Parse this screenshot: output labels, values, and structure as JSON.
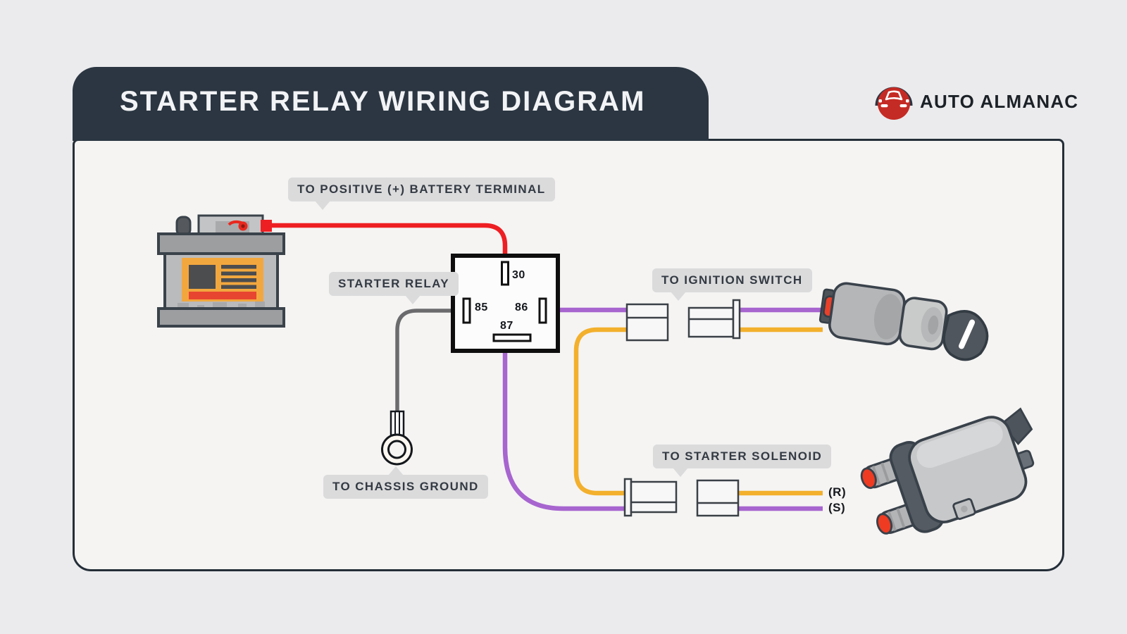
{
  "header": {
    "title": "STARTER RELAY WIRING DIAGRAM"
  },
  "brand": {
    "icon": "car-logo-icon",
    "name": "AUTO ALMANAC"
  },
  "callouts": {
    "battery": "TO POSITIVE (+) BATTERY TERMINAL",
    "relay": "STARTER RELAY",
    "ignition": "TO IGNITION SWITCH",
    "ground": "TO CHASSIS GROUND",
    "solenoid": "TO STARTER SOLENOID"
  },
  "relay": {
    "pins": {
      "p30": "30",
      "p85": "85",
      "p86": "86",
      "p87": "87"
    }
  },
  "wire_labels": {
    "r": "(R)",
    "s": "(S)"
  },
  "components": [
    "battery-illustration",
    "starter-relay-box",
    "chassis-ground-ring-terminal",
    "inline-connector-pair-ignition",
    "inline-connector-pair-solenoid",
    "ignition-switch-illustration",
    "starter-solenoid-illustration"
  ],
  "colors": {
    "header_bg": "#2b3642",
    "panel_border": "#242e38",
    "callout_bg": "#dbdbdc",
    "logo_red": "#c42b24",
    "wire_battery_positive": "#ee1f23",
    "wire_ground": "#6b6b6e",
    "wire_ignition_signal": "#a765cf",
    "wire_solenoid_trigger": "#f3b02c"
  }
}
